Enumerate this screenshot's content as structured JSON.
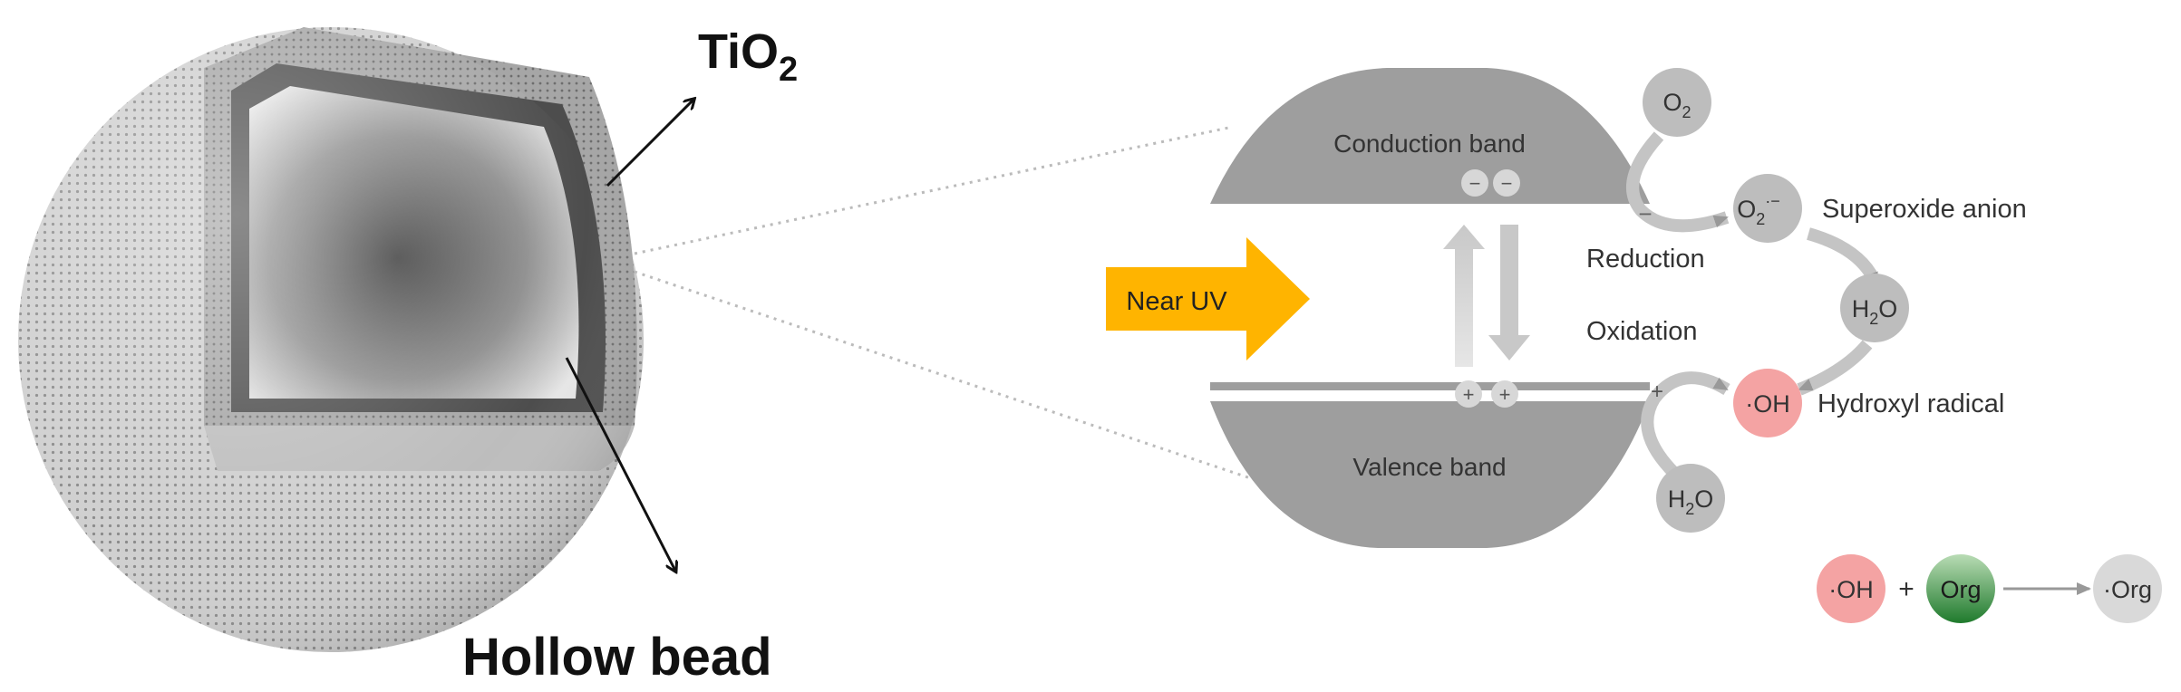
{
  "sphere": {
    "shell_label_main": "TiO",
    "shell_label_sub": "2",
    "core_label": "Hollow bead"
  },
  "band": {
    "conduction": "Conduction band",
    "valence": "Valence band",
    "electron_sign": "−",
    "hole_sign": "+"
  },
  "light": {
    "label": "Near UV",
    "color": "#ffb400"
  },
  "reactions": {
    "reduction": "Reduction",
    "oxidation": "Oxidation",
    "o2_main": "O",
    "o2_sub": "2",
    "superoxide_main": "O",
    "superoxide_sub": "2",
    "superoxide_dot": "·−",
    "superoxide_label": "Superoxide anion",
    "h2o_h": "H",
    "h2o_sub": "2",
    "h2o_o": "O",
    "oh": "·OH",
    "hydroxyl_label": "Hydroxyl radical",
    "plus": "+",
    "org": "Org",
    "org_radical": "·Org"
  },
  "colors": {
    "band_gray": "#9e9e9e",
    "hydroxyl_pink": "#f4a3a3",
    "org_green": "#2e8b3a",
    "bubble_gray": "#bdbdbd"
  }
}
